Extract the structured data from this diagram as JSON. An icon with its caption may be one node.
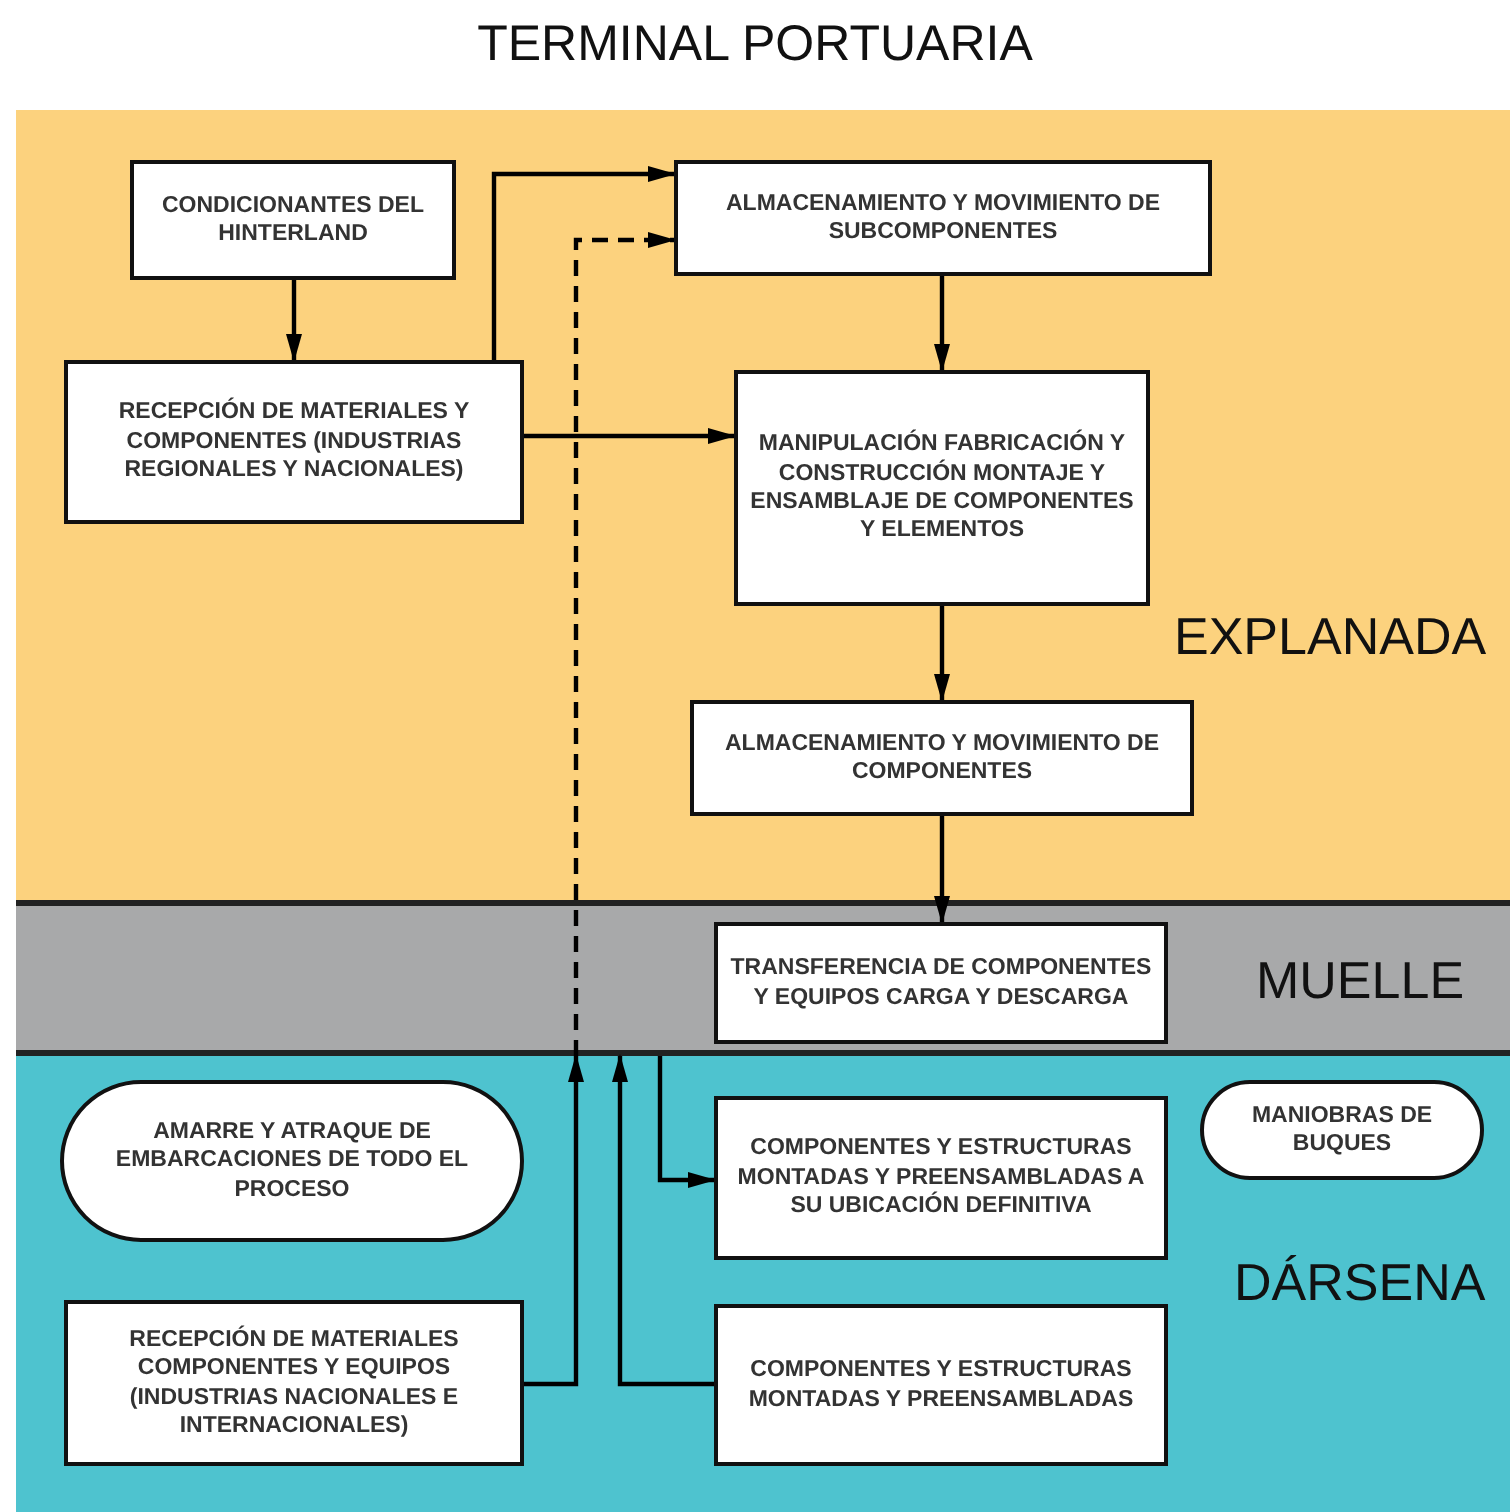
{
  "diagram": {
    "title": "TERMINAL PORTUARIA",
    "nodes": [
      {
        "text": [
          "EXPLANADA"
        ]
      },
      {
        "text": [
          "CONDICIONANTES DEL HINTERLAND"
        ],
        "in": 0
      },
      {
        "text": [
          "RECEPCIÓN DE MATERIALES Y COMPONENTES (INDUSTRIAS REGIONALES Y NACIONALES)"
        ],
        "in": 0
      },
      {
        "text": [
          "ALMACENAMIENTO Y MOVIMIENTO DE SUBCOMPONENTES"
        ],
        "in": 0
      },
      {
        "text": [
          "MANIPULACIÓN FABRICACIÓN Y CONSTRUCCIÓN MONTAJE Y ENSAMBLAJE DE COMPONENTES Y ELEMENTOS"
        ],
        "in": 0
      },
      {
        "text": [
          "ALMACENAMIENTO Y MOVIMIENTO DE COMPONENTES"
        ],
        "in": 0
      },
      {
        "text": [
          "MUELLE"
        ]
      },
      {
        "text": [
          "TRANSFERENCIA DE COMPONENTES Y EQUIPOS CARGA Y DESCARGA"
        ],
        "in": 6
      },
      {
        "text": [
          "DÁRSENA"
        ]
      },
      {
        "text": [
          "AMARRE Y ATRAQUE DE EMBARCACIONES DE TODO EL PROCESO"
        ],
        "in": 8
      },
      {
        "text": [
          "MANIOBRAS DE BUQUES"
        ],
        "in": 8
      },
      {
        "text": [
          "COMPONENTES Y ESTRUCTURAS MONTADAS Y PREENSAMBLADAS A SU UBICACIÓN DEFINITIVA"
        ],
        "in": 8
      },
      {
        "text": [
          "RECEPCIÓN DE MATERIALES COMPONENTES Y EQUIPOS (INDUSTRIAS NACIONALES E INTERNACIONALES)"
        ],
        "in": 8
      },
      {
        "text": [
          "COMPONENTES Y ESTRUCTURAS MONTADAS Y PREENSAMBLADAS"
        ],
        "in": 8
      }
    ],
    "edges": [
      {
        "from": 1,
        "to": 2,
        "arrow": "to"
      },
      {
        "from": 2,
        "to": 3,
        "arrow": "to"
      },
      {
        "from": 2,
        "to": 4,
        "arrow": "to"
      },
      {
        "from": 3,
        "to": 4,
        "arrow": "to"
      },
      {
        "from": 4,
        "to": 5,
        "arrow": "to"
      },
      {
        "from": 5,
        "to": 7,
        "arrow": "to"
      },
      {
        "from": 12,
        "to": 6,
        "arrow": "to"
      },
      {
        "from": 6,
        "to": 3,
        "arrow": "to",
        "style": "dashed"
      },
      {
        "from": 13,
        "to": 6,
        "arrow": "to"
      },
      {
        "from": 6,
        "to": 11,
        "arrow": "to"
      }
    ]
  }
}
